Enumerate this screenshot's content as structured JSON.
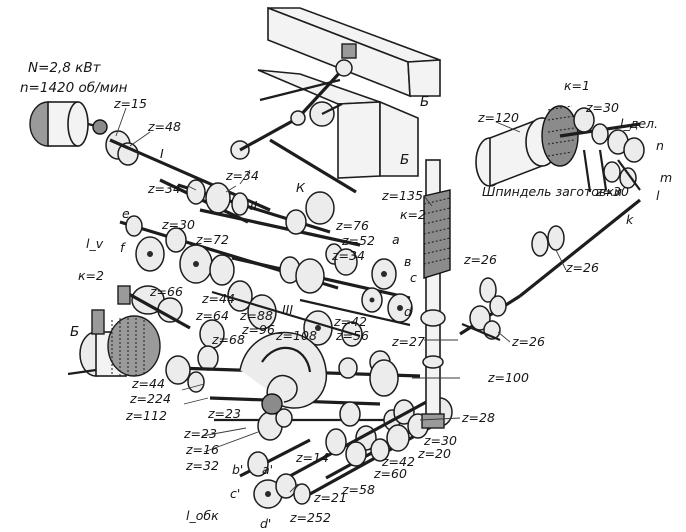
{
  "motor": {
    "power": "N=2,8 кВт",
    "speed": "n=1420 об/мин"
  },
  "shaft_labels": {
    "I": "I",
    "II": "II",
    "III": "III",
    "K": "К",
    "lv": "l_v",
    "ldel": "l_дел.",
    "lobk": "l_обк",
    "f": "f",
    "e": "e",
    "l": "l",
    "k_small": "k",
    "m": "m",
    "n": "n",
    "B_top": "Б",
    "B_left": "Б",
    "B_mid": "Б",
    "a": "a",
    "b": "в",
    "c": "c",
    "d": "d",
    "a1": "a'",
    "b1": "b'",
    "c1": "c'",
    "d1": "d'"
  },
  "component_labels": {
    "spindle": "Шпиндель заготовки"
  },
  "gear_labels": {
    "z15": "z=15",
    "z48": "z=48",
    "z34a": "z=34",
    "z34b": "z=34",
    "z30a": "z=30",
    "z72": "z=72",
    "z135": "z=135",
    "k2a": "к=2",
    "z76": "z=76",
    "z52": "z=52",
    "z34c": "z=34",
    "z120": "z=120",
    "k1": "к=1",
    "z30b": "z=30",
    "z30c": "z=30",
    "z26a": "z=26",
    "z26b": "z=26",
    "z26c": "z=26",
    "k2b": "к=2",
    "z66": "z=66",
    "z44a": "z=44",
    "z64": "z=64",
    "z88": "z=88",
    "z96": "z=96",
    "z68": "z=68",
    "z108": "z=108",
    "z42a": "z=42",
    "z56": "z=56",
    "z27": "z=27",
    "z100": "z=100",
    "z44b": "z=44",
    "z224": "z=224",
    "z112": "z=112",
    "z23a": "z=23",
    "z23b": "z=23",
    "z16": "z=16",
    "z32": "z=32",
    "z14": "z=14",
    "z28": "z=28",
    "z30d": "z=30",
    "z20": "z=20",
    "z42b": "z=42",
    "z60": "z=60",
    "z58": "z=58",
    "z21": "z=21",
    "z252": "z=252"
  }
}
